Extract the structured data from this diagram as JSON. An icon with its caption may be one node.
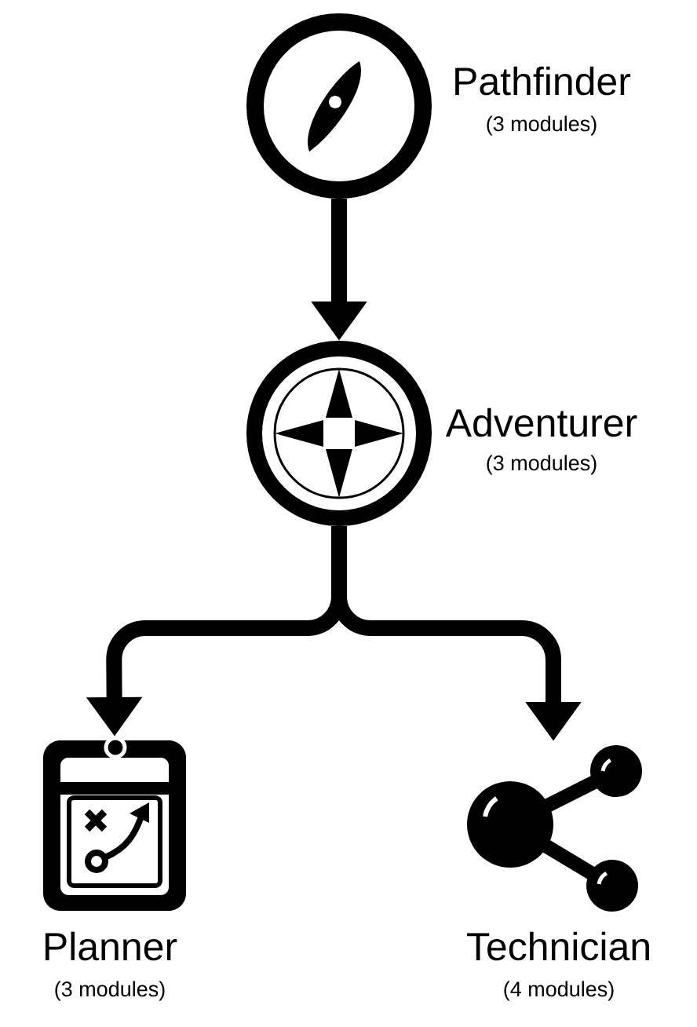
{
  "diagram": {
    "nodes": [
      {
        "text": [
          "Pathfinder",
          "(3 modules)"
        ]
      },
      {
        "text": [
          "Adventurer",
          "(3 modules)"
        ]
      },
      {
        "text": [
          "Planner",
          "(3 modules)"
        ]
      },
      {
        "text": [
          "Technician",
          "(4 modules)"
        ]
      }
    ],
    "edges": [
      {
        "from": 0,
        "to": 1,
        "arrow": "to"
      },
      {
        "from": 1,
        "to": 2,
        "arrow": "to"
      },
      {
        "from": 1,
        "to": 3,
        "arrow": "to"
      }
    ]
  }
}
